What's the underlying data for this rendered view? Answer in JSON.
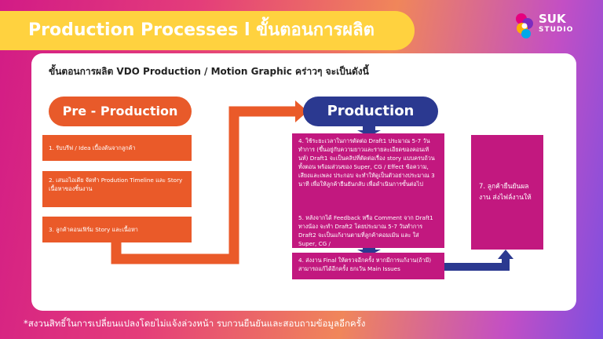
{
  "header": {
    "title": "Production Processes l ขั้นตอนการผลิต",
    "brand_color": "#ffd23f"
  },
  "logo": {
    "name": "SUK",
    "sub": "STUDIO"
  },
  "card": {
    "subtitle": "ขั้นตอนการผลิต VDO Production / Motion Graphic คร่าวๆ จะเป็นดังนี้"
  },
  "pre_production": {
    "label": "Pre - Production",
    "color": "#e85a2a",
    "steps": [
      "1. รับบรีฟ  / Idea  เบื้องต้นจากลูกค้า",
      "2. เสนอไอเดีย  จัดทำ Prodution Timeline และ Story เนื้อหาของชิ้นงาน",
      "3. ลูกค้าคอนเฟิร์ม Story และเนื้อหา"
    ]
  },
  "production": {
    "label": "Production",
    "color": "#2b3990",
    "step_color": "#c2187f",
    "steps": [
      "4. ใช้ระยะเวลาในการตัดต่อ Draft1 ประมาณ 5-7 วันทำการ (ขึ้นอยู่กับความยาวและรายละเอียดของคอนเท้นท์) Draft1 จะเป็นคลิปที่ตัดต่อเรื่อง story แบบครบถ้วนทั้งตอน พร้อมส่วนของ Super, CG / Effect ข้อความ, เสียงและเพลง ประกอบ จะทำให้ดูเป็นตัวอย่างประมาณ 3 นาที เพื่อให้ลูกค้ายืนยันกลับ เพื่อดำเนินการขั้นต่อไป",
      "5. หลังจากได้ Feedback หรือ Comment จาก Draft1 ทางน้อง จะทำ Draft2 โดยประมาณ 5-7 วันทำการ Draft2 จะเป็นแก้งานตามที่ลูกค้าคอมเม้น และ ใส่ Super, CG /",
      "4. ส่งงาน Final ให้ตรวจอีกครั้ง หากมีการแก้งาน(ถ้ามี) สามารถแก้ได้อีกครั้ง ยกเว้น Main Issues",
      "7. ลูกค้ายืนยันผลงาน ส่งไฟล์งานให้"
    ]
  },
  "footer": {
    "note": "*สงวนสิทธิ์ในการเปลี่ยนแปลงโดยไม่แจ้งล่วงหน้า รบกวนยืนยันและสอบถามข้อมูลอีกครั้ง"
  }
}
